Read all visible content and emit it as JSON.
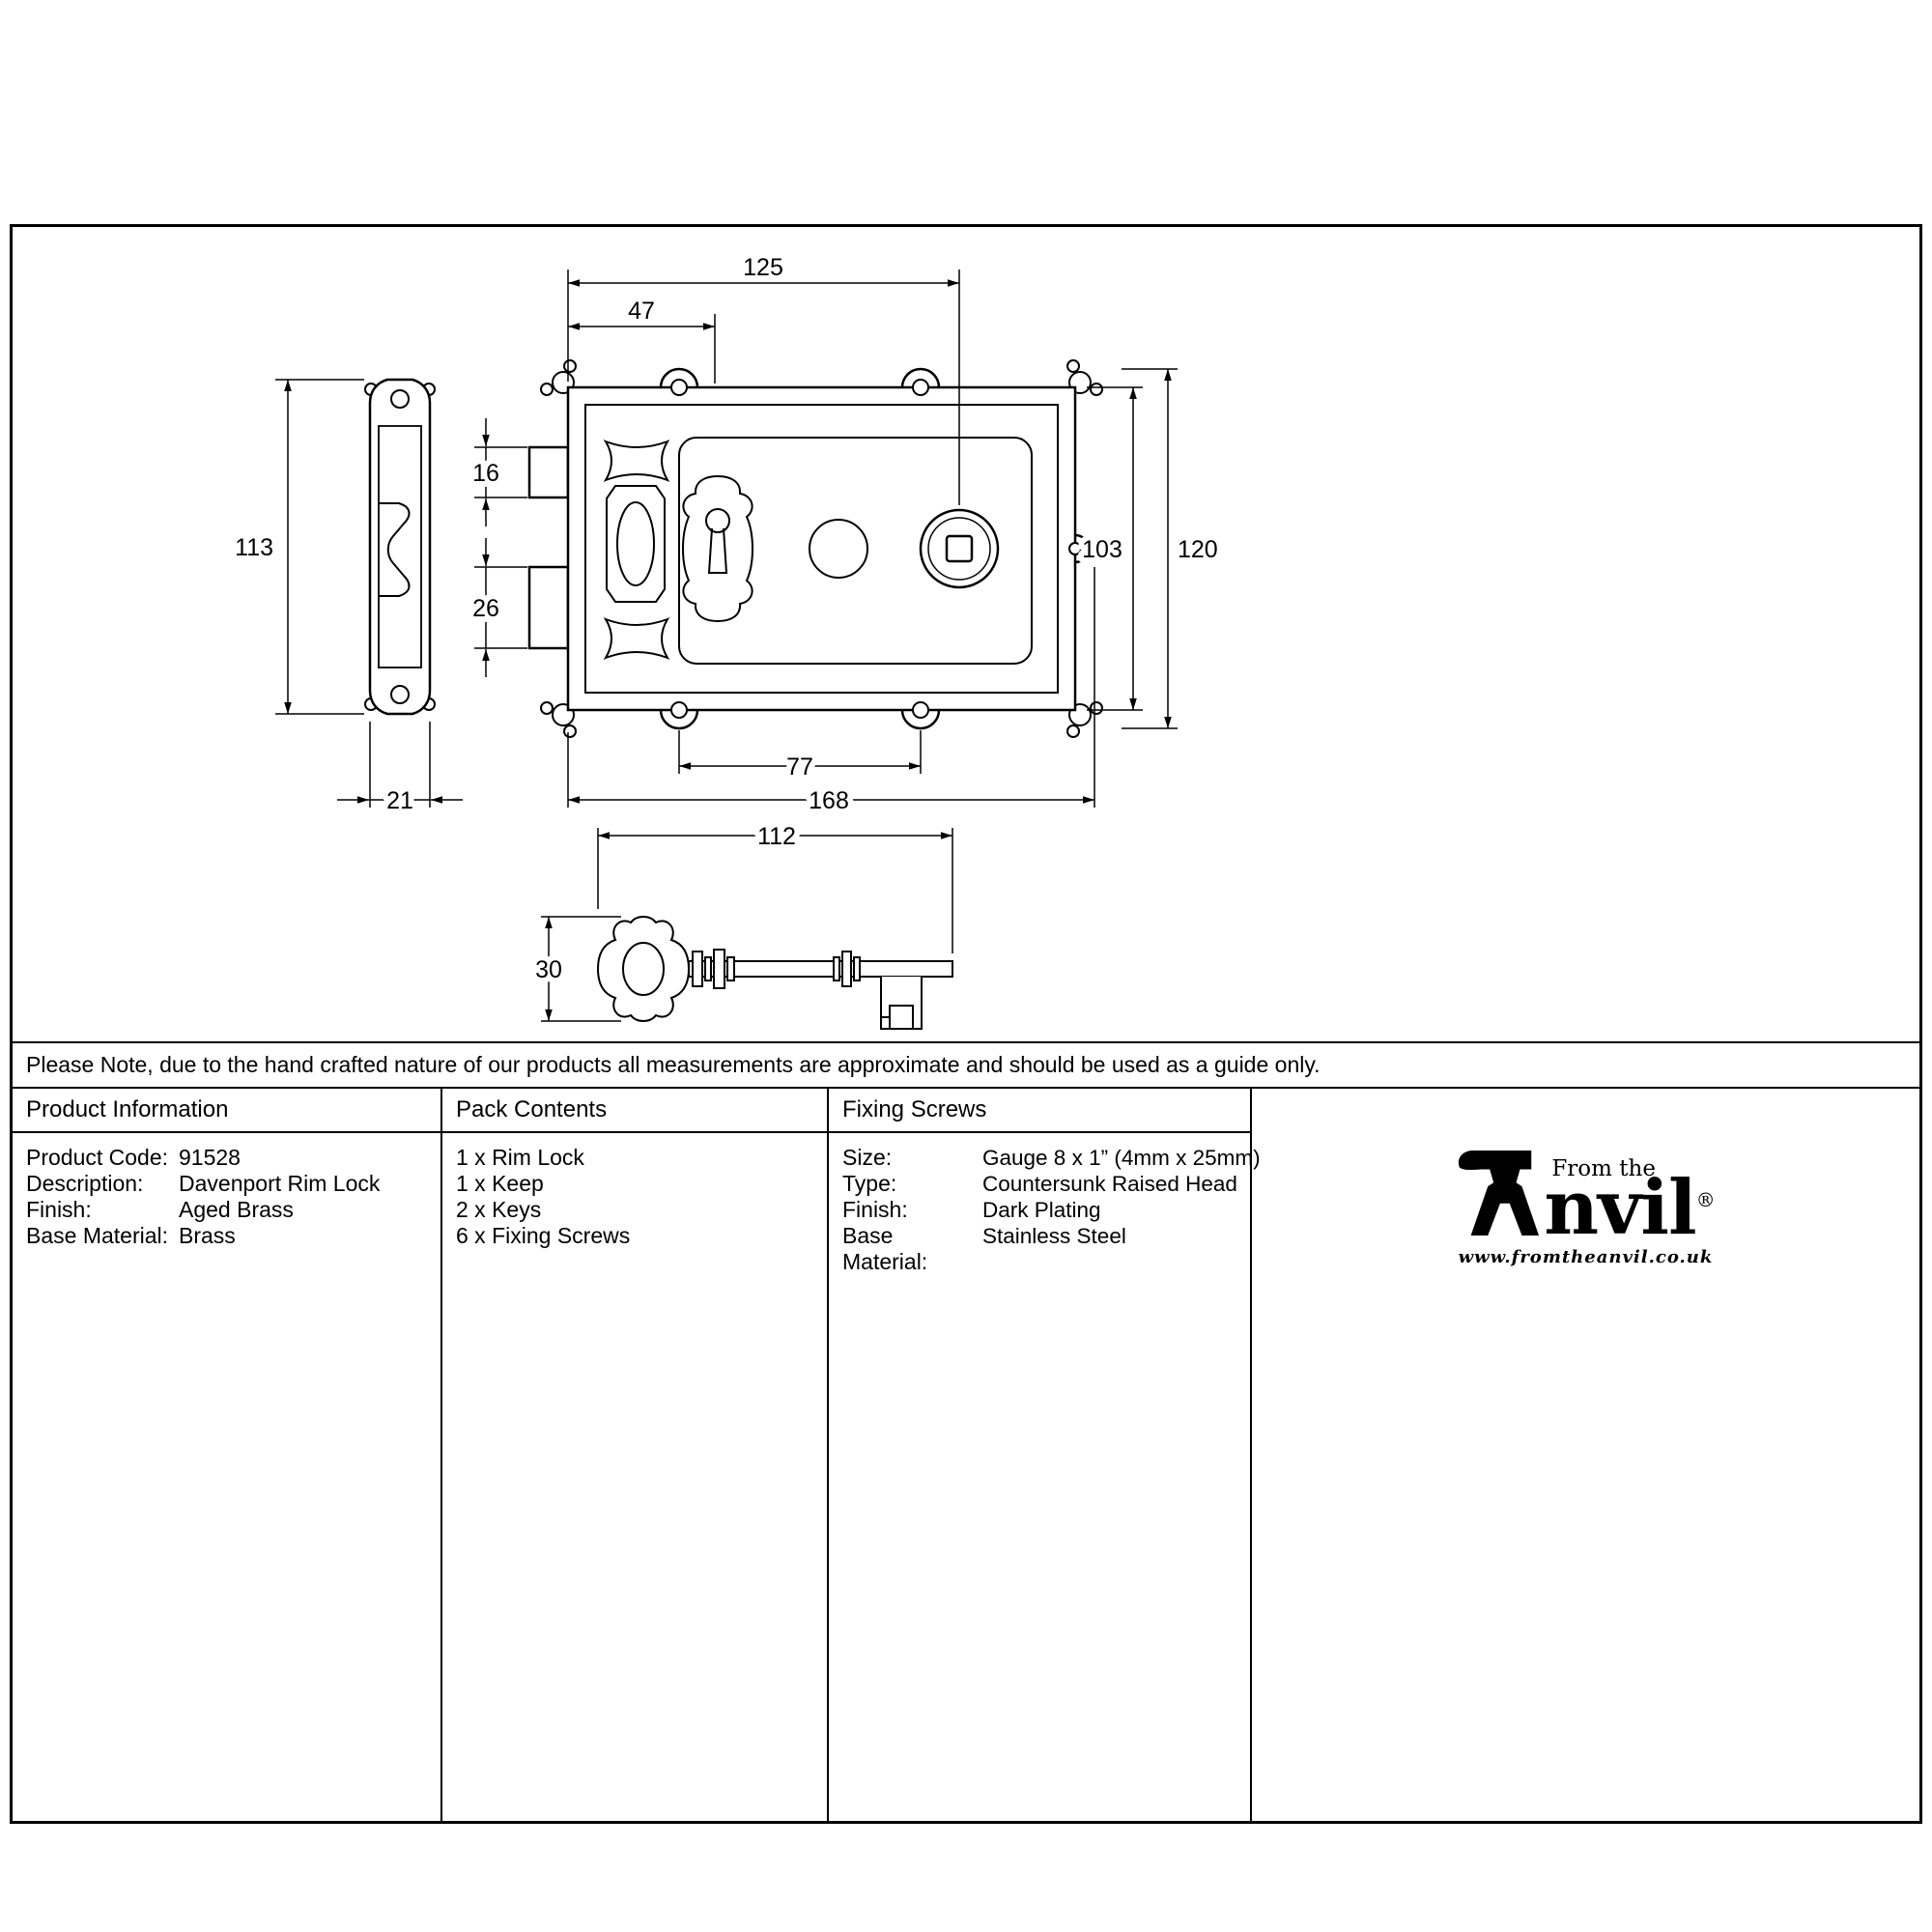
{
  "note": "Please Note, due to the hand crafted nature of our products all measurements are approximate and should be used as a guide only.",
  "table": {
    "product_information": {
      "header": "Product Information",
      "rows": [
        {
          "label": "Product Code:",
          "value": "91528"
        },
        {
          "label": "Description:",
          "value": "Davenport Rim Lock"
        },
        {
          "label": "Finish:",
          "value": "Aged Brass"
        },
        {
          "label": "Base Material:",
          "value": "Brass"
        }
      ]
    },
    "pack_contents": {
      "header": "Pack Contents",
      "items": [
        "1 x Rim Lock",
        "1 x Keep",
        "2 x Keys",
        "6 x Fixing Screws"
      ]
    },
    "fixing_screws": {
      "header": "Fixing Screws",
      "rows": [
        {
          "label": "Size:",
          "value": "Gauge 8 x 1” (4mm x 25mm)"
        },
        {
          "label": "Type:",
          "value": "Countersunk Raised Head"
        },
        {
          "label": "Finish:",
          "value": "Dark Plating"
        },
        {
          "label": "Base Material:",
          "value": "Stainless Steel"
        }
      ]
    }
  },
  "logo": {
    "from_the": "From the",
    "brand_suffix": "nvil",
    "registered": "®",
    "url": "www.fromtheanvil.co.uk"
  },
  "dims": {
    "d125": "125",
    "d47": "47",
    "d16": "16",
    "d26": "26",
    "d113": "113",
    "d21": "21",
    "d103": "103",
    "d120": "120",
    "d77": "77",
    "d168": "168",
    "d112": "112",
    "d30": "30"
  }
}
